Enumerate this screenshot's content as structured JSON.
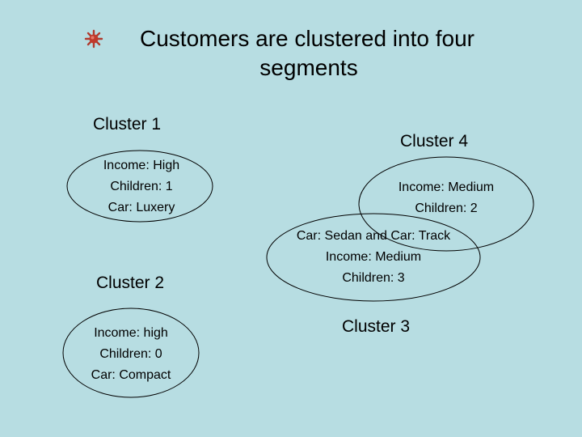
{
  "title": {
    "line1": "Customers are clustered into four",
    "line2": "segments"
  },
  "bullet": {
    "icon": "bullet-burst-icon",
    "color": "#c0392b"
  },
  "clusters": [
    {
      "heading": "Cluster 1",
      "lines": [
        "Income: High",
        "Children: 1",
        "Car: Luxery"
      ]
    },
    {
      "heading": "Cluster 2",
      "lines": [
        "Income: high",
        "Children: 0",
        "Car: Compact"
      ]
    },
    {
      "heading": "Cluster 3",
      "lines": [
        "Car: Sedan and Car: Track",
        "Income: Medium",
        "Children: 3"
      ]
    },
    {
      "heading": "Cluster 4",
      "lines": [
        "Income: Medium",
        "Children: 2"
      ]
    }
  ]
}
